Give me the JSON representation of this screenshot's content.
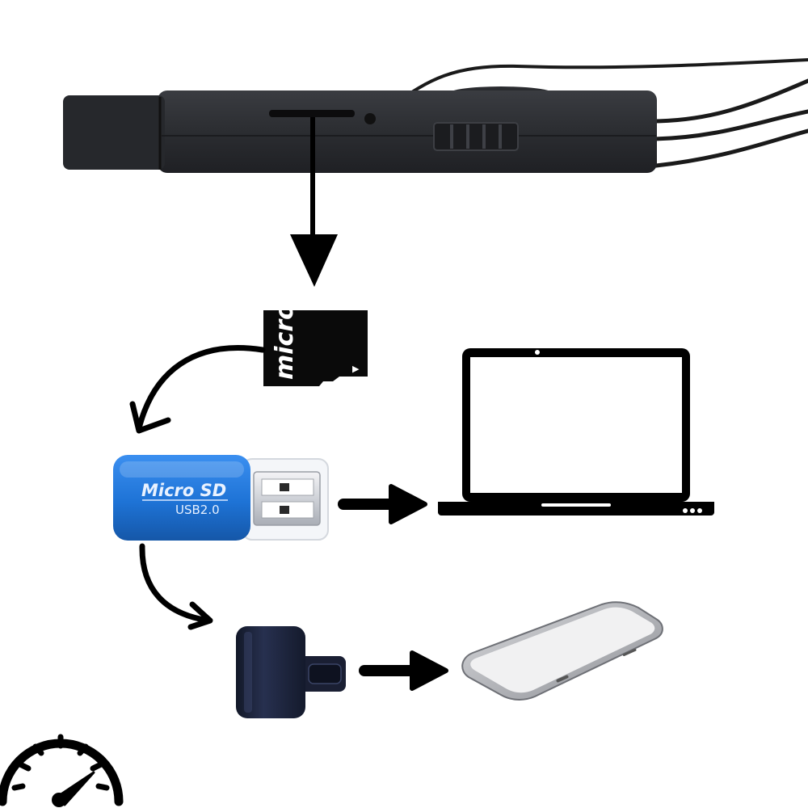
{
  "microsd_card": {
    "logo_text": "micro SD",
    "triangle": "▶"
  },
  "card_reader": {
    "brand_text": "Micro SD",
    "usb_text": "USB2.0"
  },
  "icons": {
    "recorder": "voice-recorder-device",
    "card": "microsd-card",
    "reader": "usb-card-reader",
    "laptop": "laptop",
    "otg": "usb-c-otg-adapter",
    "phone": "smartphone",
    "speed": "speedometer-gauge"
  },
  "colors": {
    "device": "#2b2d31",
    "reader_blue": "#1e73d6",
    "otg_navy": "#1d2540",
    "arrow": "#000000"
  }
}
